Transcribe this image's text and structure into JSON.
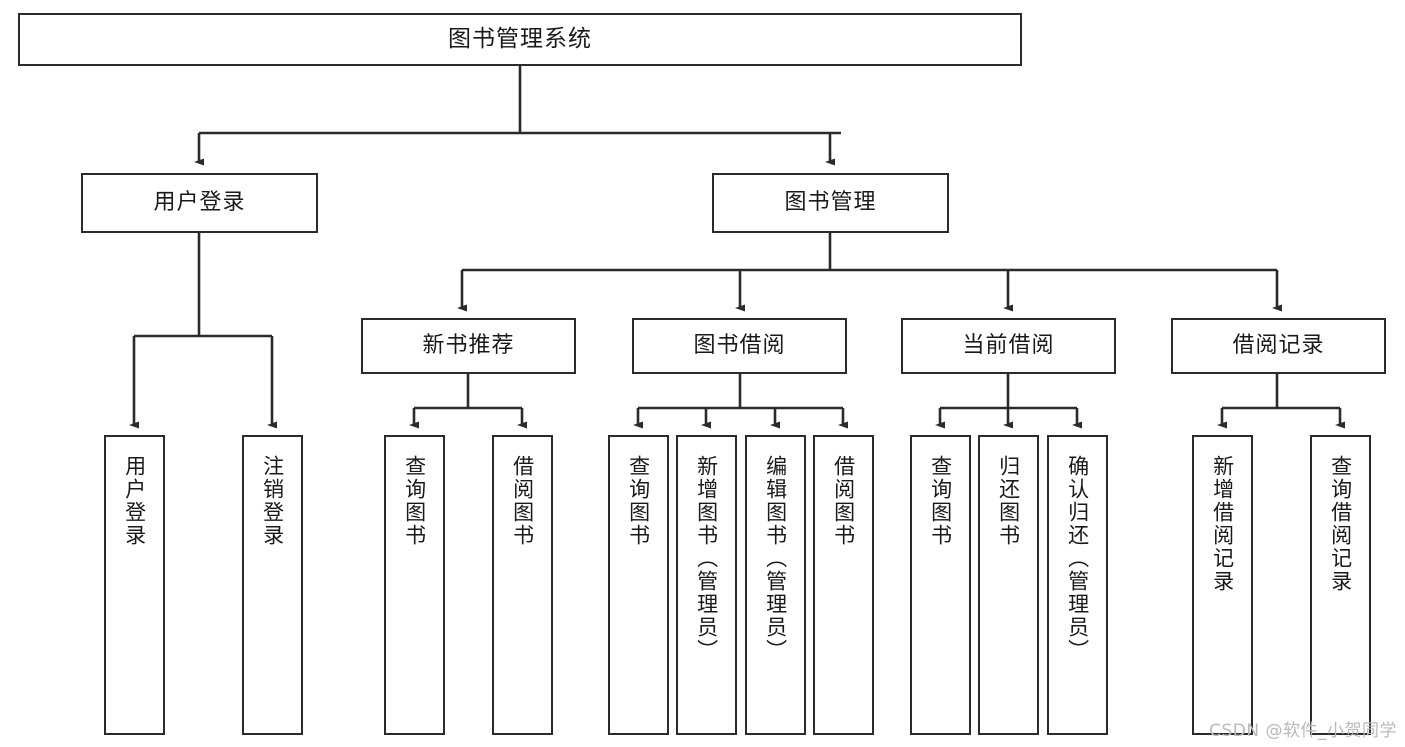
{
  "diagram": {
    "title": "图书管理系统",
    "type": "tree-hierarchy-chart",
    "colors": {
      "background": "#ffffff",
      "box_border": "#2b2b2b",
      "box_fill": "#ffffff",
      "text": "#1a1a1a",
      "connector": "#2b2b2b",
      "watermark": "#b9b9b9"
    },
    "root": {
      "label": "图书管理系统"
    },
    "level2": [
      {
        "label": "用户登录"
      },
      {
        "label": "图书管理"
      }
    ],
    "level3": [
      {
        "label": "新书推荐"
      },
      {
        "label": "图书借阅"
      },
      {
        "label": "当前借阅"
      },
      {
        "label": "借阅记录"
      }
    ],
    "leaves": {
      "user_login": [
        {
          "label": "用户登录"
        },
        {
          "label": "注销登录"
        }
      ],
      "new_book_recommend": [
        {
          "label": "查询图书"
        },
        {
          "label": "借阅图书"
        }
      ],
      "book_borrow": [
        {
          "label": "查询图书"
        },
        {
          "label": "新增图书（管理员）"
        },
        {
          "label": "编辑图书（管理员）"
        },
        {
          "label": "借阅图书"
        }
      ],
      "current_borrow": [
        {
          "label": "查询图书"
        },
        {
          "label": "归还图书"
        },
        {
          "label": "确认归还（管理员）"
        }
      ],
      "borrow_record": [
        {
          "label": "新增借阅记录"
        },
        {
          "label": "查询借阅记录"
        }
      ]
    },
    "watermark": "CSDN @软件_小贺同学"
  },
  "chart_data": {
    "type": "tree",
    "title": "图书管理系统",
    "nodes": [
      {
        "id": "root",
        "label": "图书管理系统",
        "level": 0,
        "parent": null
      },
      {
        "id": "n1",
        "label": "用户登录",
        "level": 1,
        "parent": "root"
      },
      {
        "id": "n2",
        "label": "图书管理",
        "level": 1,
        "parent": "root"
      },
      {
        "id": "n1a",
        "label": "用户登录",
        "level": 2,
        "parent": "n1"
      },
      {
        "id": "n1b",
        "label": "注销登录",
        "level": 2,
        "parent": "n1"
      },
      {
        "id": "n2a",
        "label": "新书推荐",
        "level": 2,
        "parent": "n2"
      },
      {
        "id": "n2b",
        "label": "图书借阅",
        "level": 2,
        "parent": "n2"
      },
      {
        "id": "n2c",
        "label": "当前借阅",
        "level": 2,
        "parent": "n2"
      },
      {
        "id": "n2d",
        "label": "借阅记录",
        "level": 2,
        "parent": "n2"
      },
      {
        "id": "n2a1",
        "label": "查询图书",
        "level": 3,
        "parent": "n2a"
      },
      {
        "id": "n2a2",
        "label": "借阅图书",
        "level": 3,
        "parent": "n2a"
      },
      {
        "id": "n2b1",
        "label": "查询图书",
        "level": 3,
        "parent": "n2b"
      },
      {
        "id": "n2b2",
        "label": "新增图书（管理员）",
        "level": 3,
        "parent": "n2b"
      },
      {
        "id": "n2b3",
        "label": "编辑图书（管理员）",
        "level": 3,
        "parent": "n2b"
      },
      {
        "id": "n2b4",
        "label": "借阅图书",
        "level": 3,
        "parent": "n2b"
      },
      {
        "id": "n2c1",
        "label": "查询图书",
        "level": 3,
        "parent": "n2c"
      },
      {
        "id": "n2c2",
        "label": "归还图书",
        "level": 3,
        "parent": "n2c"
      },
      {
        "id": "n2c3",
        "label": "确认归还（管理员）",
        "level": 3,
        "parent": "n2c"
      },
      {
        "id": "n2d1",
        "label": "新增借阅记录",
        "level": 3,
        "parent": "n2d"
      },
      {
        "id": "n2d2",
        "label": "查询借阅记录",
        "level": 3,
        "parent": "n2d"
      }
    ]
  }
}
